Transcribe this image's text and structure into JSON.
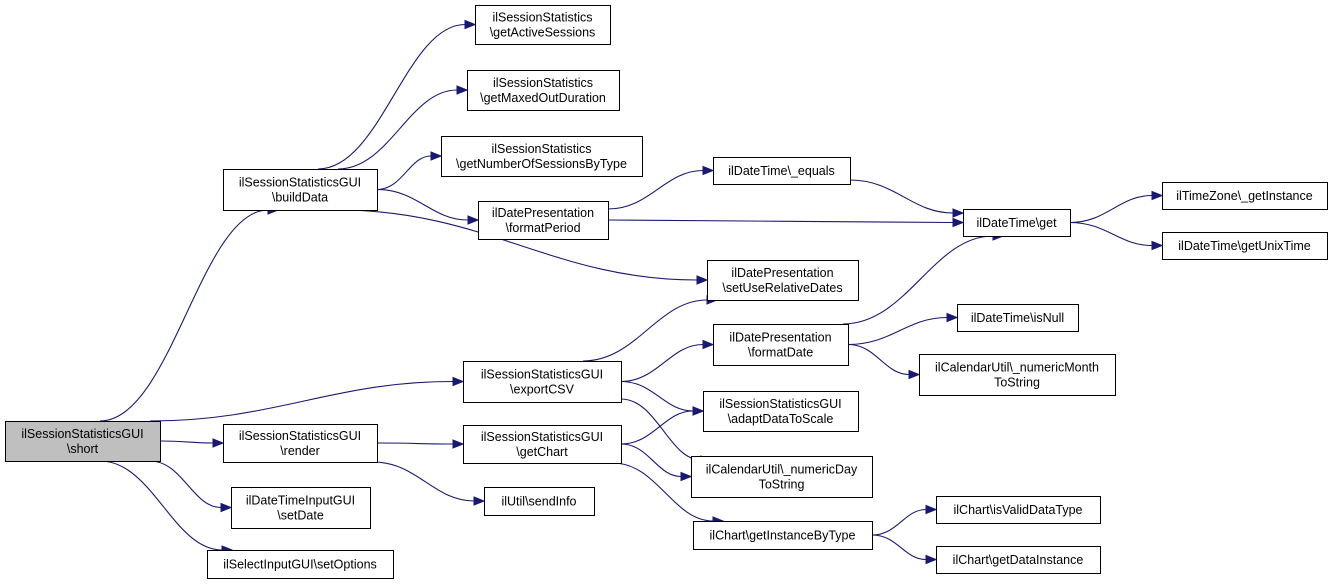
{
  "nodes": [
    {
      "id": "root",
      "lines": [
        "ilSessionStatisticsGUI",
        "\\short"
      ]
    },
    {
      "id": "buildData",
      "lines": [
        "ilSessionStatisticsGUI",
        "\\buildData"
      ]
    },
    {
      "id": "render",
      "lines": [
        "ilSessionStatisticsGUI",
        "\\render"
      ]
    },
    {
      "id": "setDate",
      "lines": [
        "ilDateTimeInputGUI",
        "\\setDate"
      ]
    },
    {
      "id": "setOptions",
      "lines": [
        "ilSelectInputGUI\\setOptions"
      ]
    },
    {
      "id": "getActiveSessions",
      "lines": [
        "ilSessionStatistics",
        "\\getActiveSessions"
      ]
    },
    {
      "id": "getMaxedOutDuration",
      "lines": [
        "ilSessionStatistics",
        "\\getMaxedOutDuration"
      ]
    },
    {
      "id": "getNumberOfSessionsByType",
      "lines": [
        "ilSessionStatistics",
        "\\getNumberOfSessionsByType"
      ]
    },
    {
      "id": "formatPeriod",
      "lines": [
        "ilDatePresentation",
        "\\formatPeriod"
      ]
    },
    {
      "id": "exportCSV",
      "lines": [
        "ilSessionStatisticsGUI",
        "\\exportCSV"
      ]
    },
    {
      "id": "getChart",
      "lines": [
        "ilSessionStatisticsGUI",
        "\\getChart"
      ]
    },
    {
      "id": "sendInfo",
      "lines": [
        "ilUtil\\sendInfo"
      ]
    },
    {
      "id": "equals",
      "lines": [
        "ilDateTime\\_equals"
      ]
    },
    {
      "id": "setUseRelativeDates",
      "lines": [
        "ilDatePresentation",
        "\\setUseRelativeDates"
      ]
    },
    {
      "id": "formatDate",
      "lines": [
        "ilDatePresentation",
        "\\formatDate"
      ]
    },
    {
      "id": "adaptDataToScale",
      "lines": [
        "ilSessionStatisticsGUI",
        "\\adaptDataToScale"
      ]
    },
    {
      "id": "numericDayToString",
      "lines": [
        "ilCalendarUtil\\_numericDay",
        "ToString"
      ]
    },
    {
      "id": "getInstanceByType",
      "lines": [
        "ilChart\\getInstanceByType"
      ]
    },
    {
      "id": "dtGet",
      "lines": [
        "ilDateTime\\get"
      ]
    },
    {
      "id": "isNull",
      "lines": [
        "ilDateTime\\isNull"
      ]
    },
    {
      "id": "numericMonthToString",
      "lines": [
        "ilCalendarUtil\\_numericMonth",
        "ToString"
      ]
    },
    {
      "id": "isValidDataType",
      "lines": [
        "ilChart\\isValidDataType"
      ]
    },
    {
      "id": "getDataInstance",
      "lines": [
        "ilChart\\getDataInstance"
      ]
    },
    {
      "id": "tzGetInstance",
      "lines": [
        "ilTimeZone\\_getInstance"
      ]
    },
    {
      "id": "getUnixTime",
      "lines": [
        "ilDateTime\\getUnixTime"
      ]
    }
  ],
  "edges": [
    [
      "root",
      "buildData"
    ],
    [
      "root",
      "render"
    ],
    [
      "root",
      "setDate"
    ],
    [
      "root",
      "setOptions"
    ],
    [
      "root",
      "exportCSV"
    ],
    [
      "buildData",
      "getActiveSessions"
    ],
    [
      "buildData",
      "getMaxedOutDuration"
    ],
    [
      "buildData",
      "getNumberOfSessionsByType"
    ],
    [
      "buildData",
      "formatPeriod"
    ],
    [
      "buildData",
      "setUseRelativeDates"
    ],
    [
      "render",
      "getChart"
    ],
    [
      "render",
      "sendInfo"
    ],
    [
      "formatPeriod",
      "equals"
    ],
    [
      "formatPeriod",
      "dtGet"
    ],
    [
      "equals",
      "dtGet"
    ],
    [
      "dtGet",
      "tzGetInstance"
    ],
    [
      "dtGet",
      "getUnixTime"
    ],
    [
      "exportCSV",
      "setUseRelativeDates"
    ],
    [
      "exportCSV",
      "formatDate"
    ],
    [
      "exportCSV",
      "adaptDataToScale"
    ],
    [
      "exportCSV",
      "numericDayToString"
    ],
    [
      "formatDate",
      "dtGet"
    ],
    [
      "formatDate",
      "isNull"
    ],
    [
      "formatDate",
      "numericMonthToString"
    ],
    [
      "getChart",
      "adaptDataToScale"
    ],
    [
      "getChart",
      "numericDayToString"
    ],
    [
      "getChart",
      "getInstanceByType"
    ],
    [
      "getInstanceByType",
      "isValidDataType"
    ],
    [
      "getInstanceByType",
      "getDataInstance"
    ]
  ]
}
